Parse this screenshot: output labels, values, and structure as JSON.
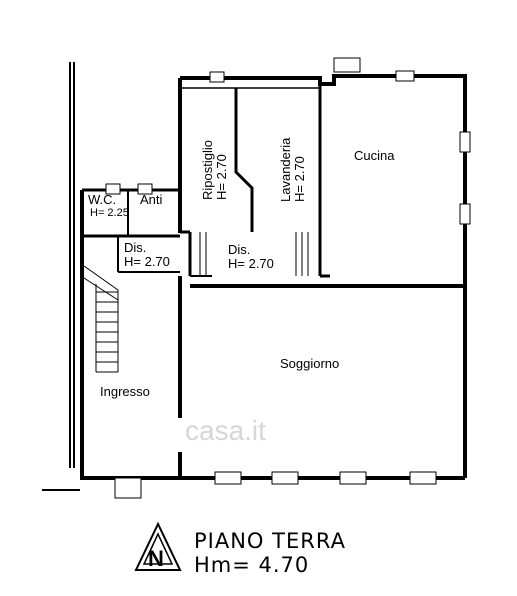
{
  "rooms": {
    "wc": "W.C.",
    "wc_height": "H= 2.25",
    "anti": "Anti",
    "dis1": "Dis.",
    "dis1_height": "H= 2.70",
    "ripostiglio": "Ripostiglio",
    "ripostiglio_height": "H= 2.70",
    "lavanderia": "Lavanderia",
    "lavanderia_height": "H= 2.70",
    "dis2": "Dis.",
    "dis2_height": "H= 2.70",
    "cucina": "Cucina",
    "soggiorno": "Soggiorno",
    "ingresso": "Ingresso"
  },
  "legend": {
    "floor": "PIANO TERRA",
    "avg_height": "Hm= 4.70",
    "north": "N"
  },
  "watermark": "casa.it",
  "colors": {
    "line": "#000000",
    "background": "#ffffff",
    "watermark": "#d6d6d6"
  }
}
